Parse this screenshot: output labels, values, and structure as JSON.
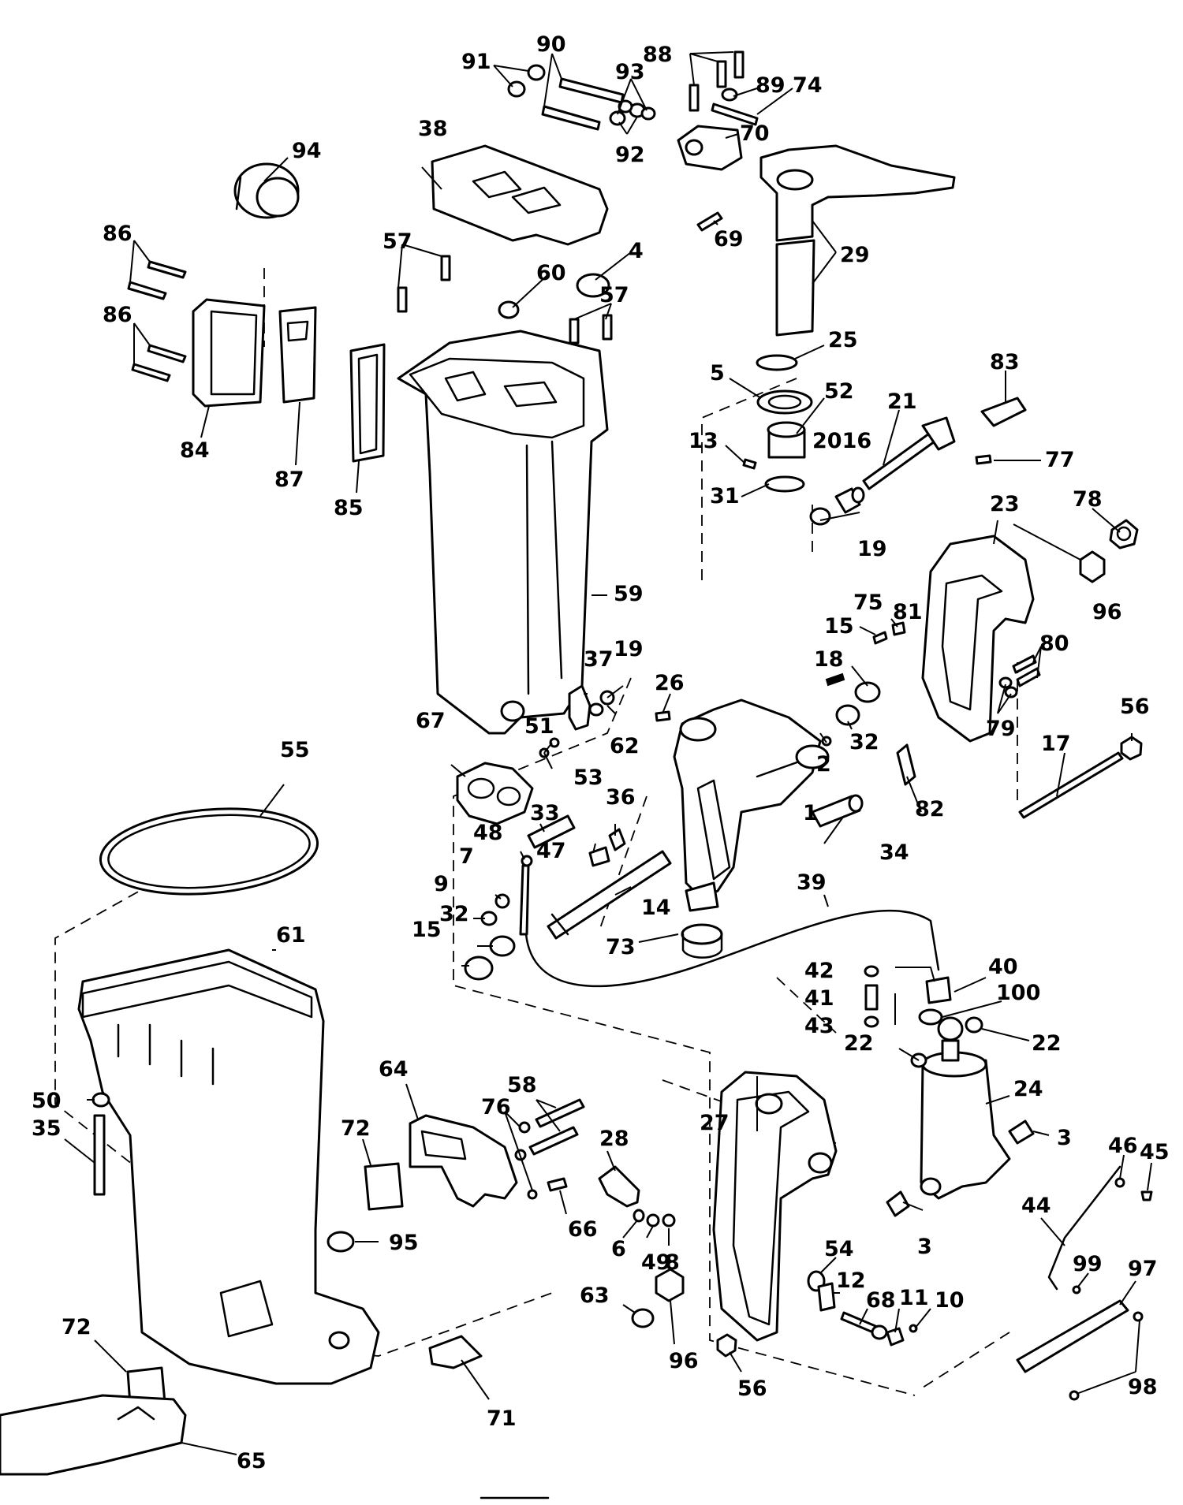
{
  "callouts": [
    {
      "id": "label-1",
      "text": "1"
    },
    {
      "id": "label-2",
      "text": "2"
    },
    {
      "id": "label-3a",
      "text": "3"
    },
    {
      "id": "label-3b",
      "text": "3"
    },
    {
      "id": "label-4",
      "text": "4"
    },
    {
      "id": "label-5",
      "text": "5"
    },
    {
      "id": "label-6",
      "text": "6"
    },
    {
      "id": "label-7",
      "text": "7"
    },
    {
      "id": "label-8",
      "text": "8"
    },
    {
      "id": "label-9",
      "text": "9"
    },
    {
      "id": "label-10",
      "text": "10"
    },
    {
      "id": "label-11",
      "text": "11"
    },
    {
      "id": "label-12",
      "text": "12"
    },
    {
      "id": "label-13",
      "text": "13"
    },
    {
      "id": "label-14",
      "text": "14"
    },
    {
      "id": "label-15a",
      "text": "15"
    },
    {
      "id": "label-15b",
      "text": "15"
    },
    {
      "id": "label-17",
      "text": "17"
    },
    {
      "id": "label-18",
      "text": "18"
    },
    {
      "id": "label-19a",
      "text": "19"
    },
    {
      "id": "label-19b",
      "text": "19"
    },
    {
      "id": "label-20-16",
      "text": "2016"
    },
    {
      "id": "label-21",
      "text": "21"
    },
    {
      "id": "label-22a",
      "text": "22"
    },
    {
      "id": "label-22b",
      "text": "22"
    },
    {
      "id": "label-23",
      "text": "23"
    },
    {
      "id": "label-24",
      "text": "24"
    },
    {
      "id": "label-25",
      "text": "25"
    },
    {
      "id": "label-26",
      "text": "26"
    },
    {
      "id": "label-27",
      "text": "27"
    },
    {
      "id": "label-28",
      "text": "28"
    },
    {
      "id": "label-29",
      "text": "29"
    },
    {
      "id": "label-31",
      "text": "31"
    },
    {
      "id": "label-32a",
      "text": "32"
    },
    {
      "id": "label-32b",
      "text": "32"
    },
    {
      "id": "label-33",
      "text": "33"
    },
    {
      "id": "label-34",
      "text": "34"
    },
    {
      "id": "label-35",
      "text": "35"
    },
    {
      "id": "label-36",
      "text": "36"
    },
    {
      "id": "label-37",
      "text": "37"
    },
    {
      "id": "label-38",
      "text": "38"
    },
    {
      "id": "label-39",
      "text": "39"
    },
    {
      "id": "label-40",
      "text": "40"
    },
    {
      "id": "label-41",
      "text": "41"
    },
    {
      "id": "label-42",
      "text": "42"
    },
    {
      "id": "label-43",
      "text": "43"
    },
    {
      "id": "label-44",
      "text": "44"
    },
    {
      "id": "label-45",
      "text": "45"
    },
    {
      "id": "label-46",
      "text": "46"
    },
    {
      "id": "label-47",
      "text": "47"
    },
    {
      "id": "label-48",
      "text": "48"
    },
    {
      "id": "label-49",
      "text": "49"
    },
    {
      "id": "label-50",
      "text": "50"
    },
    {
      "id": "label-51",
      "text": "51"
    },
    {
      "id": "label-52",
      "text": "52"
    },
    {
      "id": "label-53",
      "text": "53"
    },
    {
      "id": "label-54",
      "text": "54"
    },
    {
      "id": "label-55",
      "text": "55"
    },
    {
      "id": "label-56a",
      "text": "56"
    },
    {
      "id": "label-56b",
      "text": "56"
    },
    {
      "id": "label-57a",
      "text": "57"
    },
    {
      "id": "label-57b",
      "text": "57"
    },
    {
      "id": "label-58",
      "text": "58"
    },
    {
      "id": "label-59",
      "text": "59"
    },
    {
      "id": "label-60",
      "text": "60"
    },
    {
      "id": "label-61",
      "text": "61"
    },
    {
      "id": "label-62",
      "text": "62"
    },
    {
      "id": "label-63",
      "text": "63"
    },
    {
      "id": "label-64",
      "text": "64"
    },
    {
      "id": "label-65",
      "text": "65"
    },
    {
      "id": "label-66",
      "text": "66"
    },
    {
      "id": "label-67",
      "text": "67"
    },
    {
      "id": "label-68",
      "text": "68"
    },
    {
      "id": "label-69",
      "text": "69"
    },
    {
      "id": "label-70",
      "text": "70"
    },
    {
      "id": "label-71",
      "text": "71"
    },
    {
      "id": "label-72a",
      "text": "72"
    },
    {
      "id": "label-72b",
      "text": "72"
    },
    {
      "id": "label-73",
      "text": "73"
    },
    {
      "id": "label-74",
      "text": "74"
    },
    {
      "id": "label-75",
      "text": "75"
    },
    {
      "id": "label-76",
      "text": "76"
    },
    {
      "id": "label-77",
      "text": "77"
    },
    {
      "id": "label-78",
      "text": "78"
    },
    {
      "id": "label-79",
      "text": "79"
    },
    {
      "id": "label-80",
      "text": "80"
    },
    {
      "id": "label-81",
      "text": "81"
    },
    {
      "id": "label-82",
      "text": "82"
    },
    {
      "id": "label-83",
      "text": "83"
    },
    {
      "id": "label-84",
      "text": "84"
    },
    {
      "id": "label-85",
      "text": "85"
    },
    {
      "id": "label-86a",
      "text": "86"
    },
    {
      "id": "label-86b",
      "text": "86"
    },
    {
      "id": "label-87",
      "text": "87"
    },
    {
      "id": "label-88",
      "text": "88"
    },
    {
      "id": "label-89",
      "text": "89"
    },
    {
      "id": "label-90",
      "text": "90"
    },
    {
      "id": "label-91",
      "text": "91"
    },
    {
      "id": "label-92",
      "text": "92"
    },
    {
      "id": "label-93",
      "text": "93"
    },
    {
      "id": "label-94",
      "text": "94"
    },
    {
      "id": "label-95",
      "text": "95"
    },
    {
      "id": "label-96a",
      "text": "96"
    },
    {
      "id": "label-96b",
      "text": "96"
    },
    {
      "id": "label-97",
      "text": "97"
    },
    {
      "id": "label-98",
      "text": "98"
    },
    {
      "id": "label-99",
      "text": "99"
    },
    {
      "id": "label-100",
      "text": "100"
    }
  ]
}
